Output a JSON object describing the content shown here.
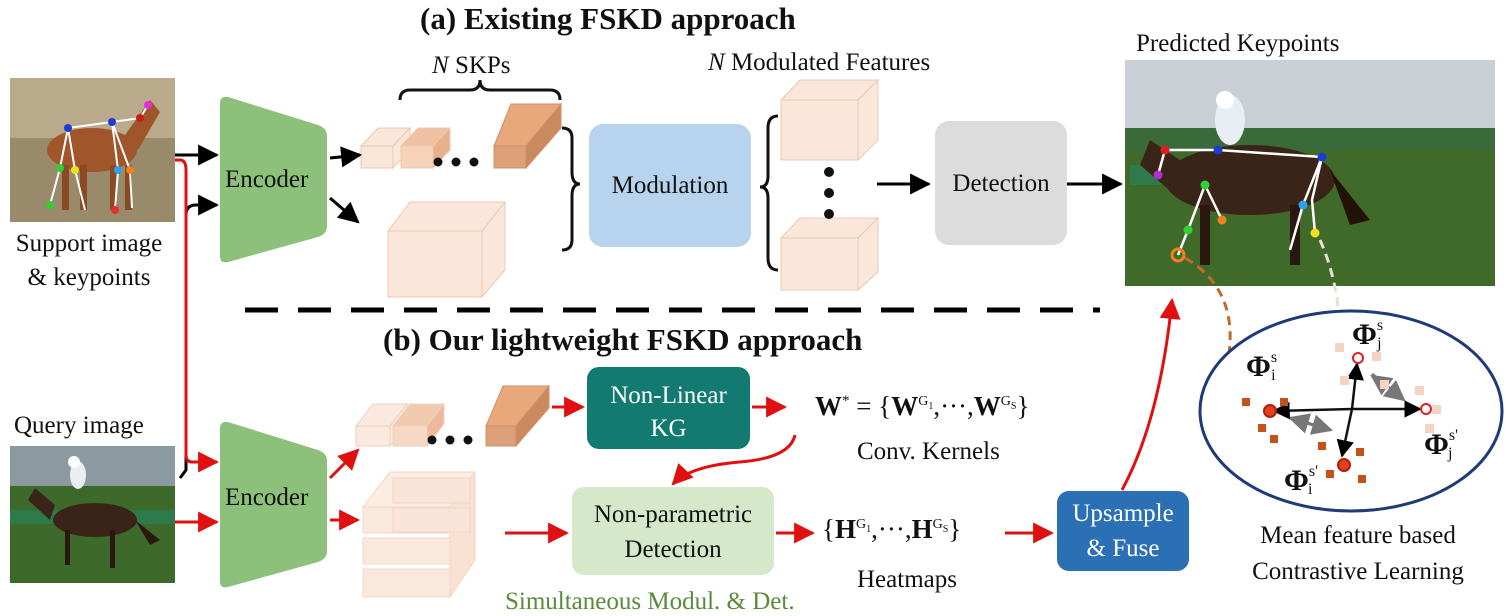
{
  "part_a": {
    "title": "(a) Existing FSKD approach",
    "skps_label": "N SKPs",
    "modulated_label": "N Modulated Features",
    "modulation": "Modulation",
    "detection": "Detection",
    "predicted_label": "Predicted Keypoints"
  },
  "part_b": {
    "title": "(b) Our lightweight FSKD approach",
    "kg_line1": "Non-Linear",
    "kg_line2": "KG",
    "weights_formula": "W* = {W^G1, ···, W^Gs}",
    "kernels_label": "Conv. Kernels",
    "npd_line1": "Non-parametric",
    "npd_line2": "Detection",
    "heatmaps_formula": "{H^G1, ···, H^Gs}",
    "heatmaps_label": "Heatmaps",
    "upsample_line1": "Upsample",
    "upsample_line2": "& Fuse",
    "simul_label": "Simultaneous Modul. & Det."
  },
  "inputs": {
    "support_line1": "Support image",
    "support_line2": "& keypoints",
    "query_label": "Query image",
    "encoder": "Encoder"
  },
  "contrastive": {
    "phi_i_s": "Φ_i^s",
    "phi_j_s": "Φ_j^s",
    "phi_i_s2": "Φ_i^s'",
    "phi_j_s2": "Φ_j^s'",
    "line1": "Mean feature based",
    "line2": "Contrastive Learning"
  },
  "colors": {
    "encoder": "#8dc07a",
    "modulation": "#b8d3ed",
    "detection": "#dcdcdc",
    "kg": "#127a70",
    "npd": "#d5e8c9",
    "upsample": "#2b6fb5",
    "arrow_red": "#e01010",
    "cube_light": "#fbe6da",
    "cube_dark": "#e9a77c"
  }
}
